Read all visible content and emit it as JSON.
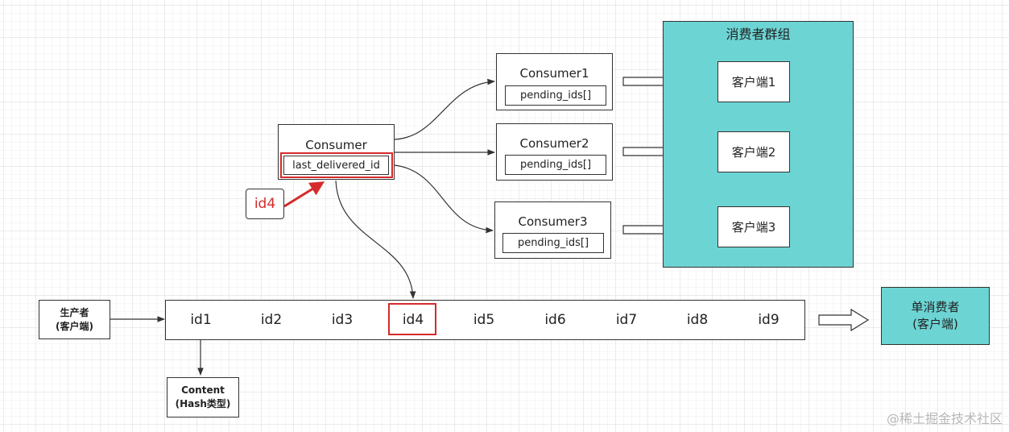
{
  "group": {
    "title": "消费者群组"
  },
  "consumer": {
    "label": "Consumer",
    "field": "last_delivered_id"
  },
  "consumers": [
    {
      "name": "Consumer1",
      "field": "pending_ids[]"
    },
    {
      "name": "Consumer2",
      "field": "pending_ids[]"
    },
    {
      "name": "Consumer3",
      "field": "pending_ids[]"
    }
  ],
  "clients": [
    "客户端1",
    "客户端2",
    "客户端3"
  ],
  "id_badge": "id4",
  "producer": {
    "line1": "生产者",
    "line2": "(客户端)"
  },
  "stream": [
    "id1",
    "id2",
    "id3",
    "id4",
    "id5",
    "id6",
    "id7",
    "id8",
    "id9"
  ],
  "content": {
    "line1": "Content",
    "line2": "(Hash类型)"
  },
  "single_consumer": {
    "line1": "单消费者",
    "line2": "(客户端)"
  },
  "watermark": "@稀土掘金技术社区",
  "colors": {
    "group_fill": "#6dd4d4",
    "highlight": "#d52b2b",
    "stroke": "#333333"
  }
}
